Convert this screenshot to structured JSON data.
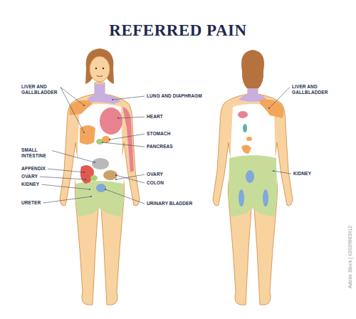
{
  "diagram": {
    "title": "REFERRED PAIN",
    "labels": [
      "LIVER AND GALLBLADDER",
      "SMALL INTESTINE",
      "APPENDIX",
      "OVARY",
      "KIDNEY",
      "URETER",
      "LUNG AND DIAPHRAGM",
      "HEART",
      "STOMACH",
      "PANCREAS",
      "OVARY",
      "COLON",
      "URINARY BLADDER",
      "LIVER AND GALLBLADDER",
      "KIDNEY",
      "Adobe Stock | #2039663412"
    ]
  }
}
